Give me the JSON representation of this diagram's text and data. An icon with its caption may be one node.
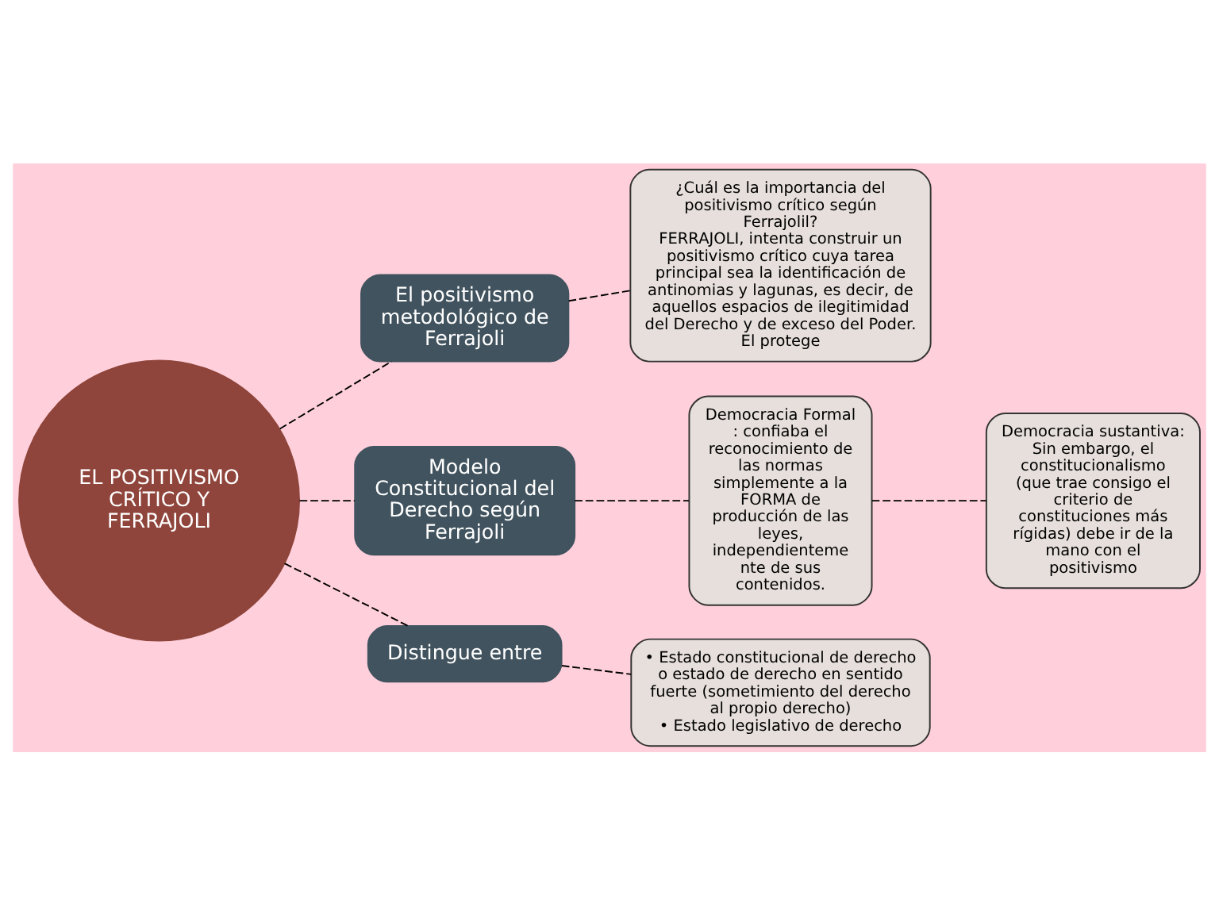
{
  "diagram": {
    "nodes": [
      {
        "text": [
          "EL POSITIVISMO CRÍTICO Y FERRAJOLI"
        ]
      },
      {
        "text": [
          "El positivismo metodológico de Ferrajoli"
        ]
      },
      {
        "text": [
          "¿Cuál es la importancia del positivismo crítico según Ferrajolil?",
          "FERRAJOLI, intenta construir un positivismo crítico cuya tarea principal sea la identificación de antinomias y lagunas, es decir, de aquellos espacios de ilegitimidad del Derecho y de exceso del Poder.",
          "El protege"
        ]
      },
      {
        "text": [
          "Modelo Constitucional del Derecho según Ferrajoli"
        ]
      },
      {
        "text": [
          "Democracia Formal : confiaba el reconocimiento de las normas simplemente a la FORMA de producción de las leyes, independienteme nte de sus contenidos."
        ]
      },
      {
        "text": [
          "Democracia sustantiva:",
          "Sin embargo, el constitucionalismo (que trae consigo el criterio de constituciones más rígidas) debe ir de la mano con el positivismo"
        ]
      },
      {
        "text": [
          "Distingue entre"
        ]
      },
      {
        "text": [
          "• Estado constitucional de derecho o estado de derecho en sentido fuerte (sometimiento del derecho al propio derecho)",
          "• Estado legislativo de derecho"
        ]
      }
    ],
    "edges": [
      {
        "from": 0,
        "to": 1,
        "arrow": "none",
        "style": "dashed"
      },
      {
        "from": 1,
        "to": 2,
        "arrow": "none",
        "style": "dashed"
      },
      {
        "from": 0,
        "to": 3,
        "arrow": "none",
        "style": "dashed"
      },
      {
        "from": 3,
        "to": 4,
        "arrow": "none",
        "style": "dashed"
      },
      {
        "from": 4,
        "to": 5,
        "arrow": "none",
        "style": "dashed"
      },
      {
        "from": 0,
        "to": 6,
        "arrow": "none",
        "style": "dashed"
      },
      {
        "from": 6,
        "to": 7,
        "arrow": "none",
        "style": "dashed"
      }
    ]
  }
}
